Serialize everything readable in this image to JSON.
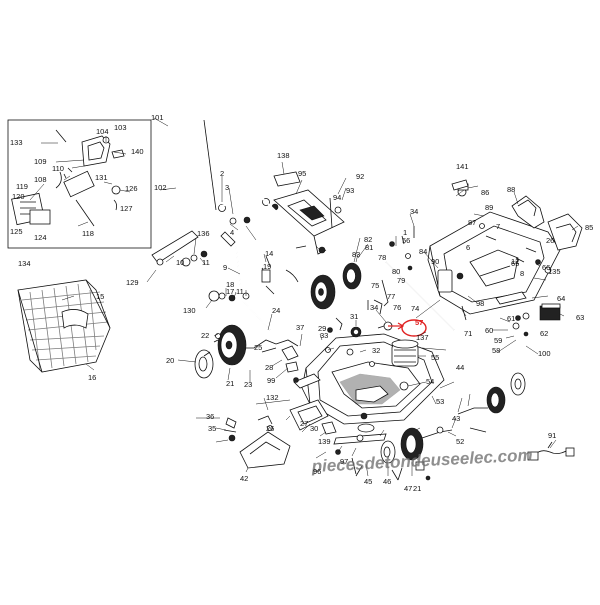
{
  "diagram": {
    "part_numbers": [
      "133",
      "104",
      "103",
      "109",
      "110",
      "140",
      "108",
      "131",
      "126",
      "119",
      "120",
      "127",
      "125",
      "124",
      "118",
      "134",
      "101",
      "102",
      "2",
      "3",
      "4",
      "138",
      "95",
      "93",
      "92",
      "94",
      "136",
      "10",
      "11",
      "129",
      "9",
      "14",
      "19",
      "18",
      "17",
      "11",
      "130",
      "82",
      "81",
      "83",
      "78",
      "80",
      "79",
      "75",
      "84",
      "77",
      "76",
      "34",
      "56",
      "1",
      "90",
      "86",
      "89",
      "85",
      "88",
      "87",
      "26",
      "15",
      "16",
      "20",
      "21",
      "22",
      "23",
      "24",
      "25",
      "29",
      "28",
      "99",
      "33",
      "31",
      "32",
      "34",
      "57",
      "55",
      "54",
      "137",
      "74",
      "98",
      "71",
      "66",
      "65",
      "135",
      "64",
      "63",
      "62",
      "61",
      "60",
      "59",
      "58",
      "100",
      "37",
      "36",
      "35",
      "132",
      "30",
      "139",
      "27",
      "26",
      "42",
      "96",
      "97",
      "45",
      "46",
      "47",
      "21",
      "43",
      "52",
      "53",
      "44",
      "91",
      "141",
      "6",
      "7",
      "8",
      "12"
    ],
    "highlighted_part": "57",
    "watermark": "piecesdetondeuseelec.com",
    "highlight_color": "#e02020"
  }
}
